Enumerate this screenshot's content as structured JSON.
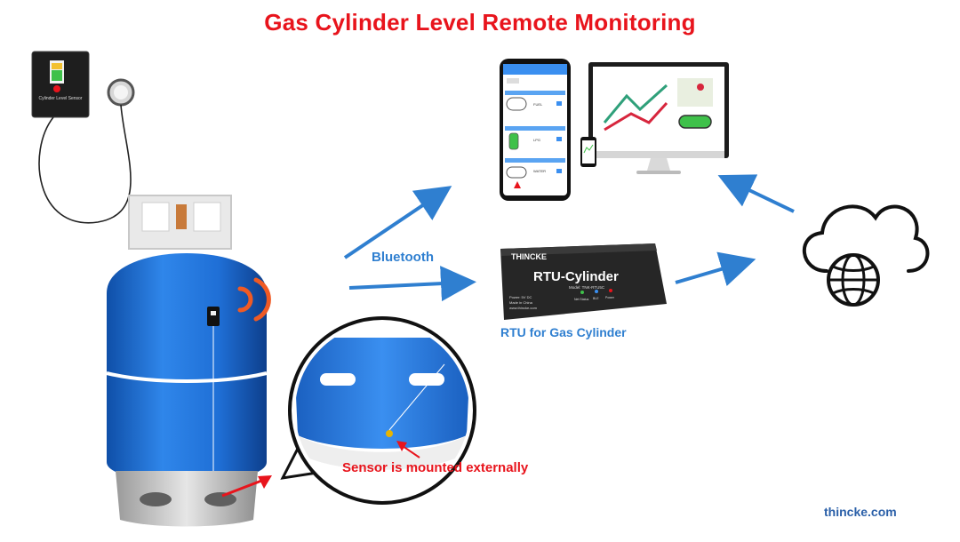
{
  "title": "Gas Cylinder Level Remote Monitoring",
  "labels": {
    "bluetooth": "Bluetooth",
    "rtu_caption": "RTU for Gas Cylinder",
    "sensor_note": "Sensor is mounted externally",
    "website": "thincke.com"
  },
  "rtu_device": {
    "brand": "THINCKE",
    "model_name": "RTU-Cylinder",
    "model_line": "Model: TNK-RTU5C",
    "info_lines": [
      "Power: 5V DC",
      "Made in China",
      "www.thincke.com"
    ],
    "leds": [
      "Net Status",
      "BLE",
      "Power"
    ]
  },
  "level_display": {
    "caption": "Cylinder Level Sensor"
  },
  "phone_app": {
    "items": [
      {
        "label": "FUEL",
        "color": "#ffffff"
      },
      {
        "label": "LPG",
        "color": "#3fc14a"
      },
      {
        "label": "WATER",
        "color": "#ffffff"
      }
    ]
  },
  "colors": {
    "title": "#e8141c",
    "arrow": "#2f7fd0",
    "cylinder": "#1f6fd6",
    "signal": "#ef5a24",
    "pointer": "#e8141c"
  }
}
